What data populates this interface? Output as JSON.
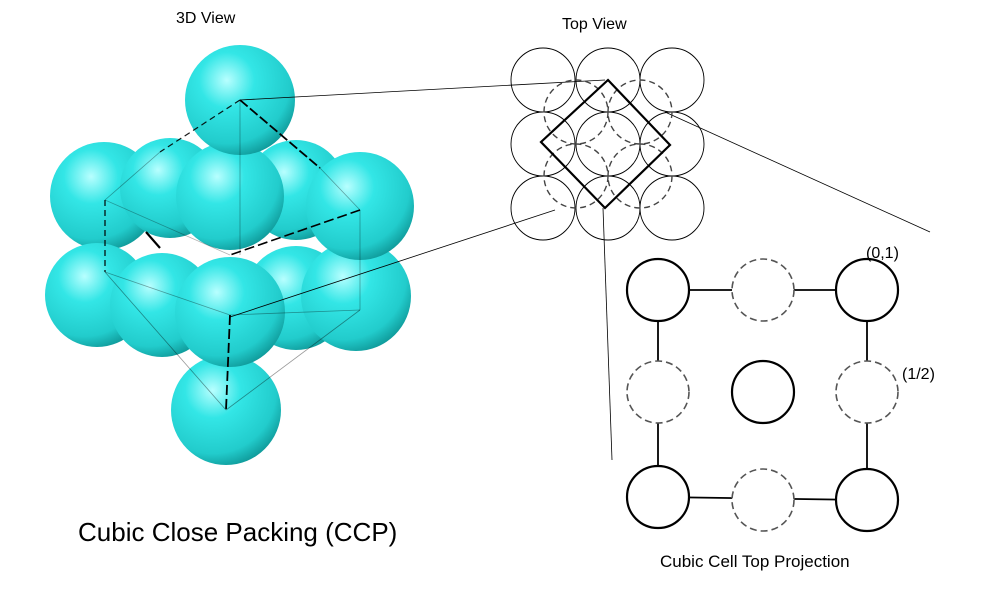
{
  "labels": {
    "view_3d": "3D View",
    "view_top": "Top View",
    "title": "Cubic Close Packing (CCP)",
    "projection": "Cubic Cell Top Projection",
    "coord_corner": "(0,1)",
    "coord_half": "(1/2)"
  },
  "colors": {
    "sphere": "#33e6e6",
    "sphere_highlight": "#b8ffff",
    "sphere_shadow": "#0f9a9a",
    "line": "#000000",
    "dashed": "#555555"
  }
}
